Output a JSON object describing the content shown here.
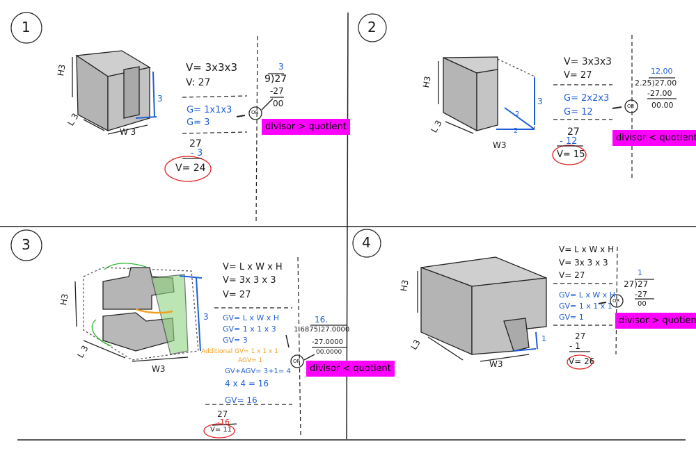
{
  "panels": [
    {
      "number": "1",
      "dims": {
        "h": "H3",
        "l": "L 3",
        "w": "W 3",
        "cut": "3"
      },
      "formula": [
        "V= 3x3x3",
        "V: 27"
      ],
      "gap": [
        "G= 1x1x3",
        "G= 3"
      ],
      "subtract": {
        "total": "27",
        "minus": "- 3",
        "result": "V= 24"
      },
      "division": {
        "quotient": "3",
        "dividend": "9)27",
        "sub": "-27",
        "rem": "00"
      },
      "or": "OR",
      "tag": "divisor > quotient"
    },
    {
      "number": "2",
      "dims": {
        "h": "H3",
        "l": "L 3",
        "w": "W3",
        "cut": "3",
        "a": "2",
        "b": "2"
      },
      "formula": [
        "V= 3x3x3",
        "V= 27"
      ],
      "gap": [
        "G= 2x2x3",
        "G= 12"
      ],
      "subtract": {
        "total": "27",
        "minus": "- 12",
        "result": "V= 15"
      },
      "division": {
        "quotient": "12.00",
        "dividend": "2.25)27.00",
        "sub": "-27.00",
        "rem": "00.00"
      },
      "or": "OR",
      "tag": "divisor < quotient"
    },
    {
      "number": "3",
      "dims": {
        "h": "H3",
        "l": "L 3",
        "w": "W3",
        "cut": "3"
      },
      "formula": [
        "V= L x W x H",
        "V= 3x 3 x 3",
        "V= 27"
      ],
      "gap": [
        "GV= L x W x H",
        "GV= 1 x 1 x 3",
        "GV= 3"
      ],
      "additional": [
        "Additional GV= 1 x 1 x 1",
        "AGV= 1"
      ],
      "sum": "GV+AGV= 3+1= 4",
      "mult": "4 x 4 = 16",
      "gv": "GV= 16",
      "subtract": {
        "total": "27",
        "minus": "-16",
        "result": "V= 11"
      },
      "division": {
        "quotient": "16.",
        "dividend": "1.6875)27.0000",
        "sub": "-27.0000",
        "rem": "00.0000"
      },
      "or": "OR",
      "tag": "divisor < quotient"
    },
    {
      "number": "4",
      "dims": {
        "h": "H3",
        "l": "L3",
        "w": "W3",
        "cut": "1"
      },
      "formula": [
        "V= L x W x H",
        "V= 3x 3 x 3",
        "V= 27"
      ],
      "gap": [
        "GV= L x W x H",
        "GV= 1 x 1 x 1",
        "GV= 1"
      ],
      "subtract": {
        "total": "27",
        "minus": "- 1",
        "result": "V= 26"
      },
      "division": {
        "quotient": "1",
        "dividend": "27)27",
        "sub": "-27",
        "rem": "00"
      },
      "or": "OR",
      "tag": "divisor > quotient"
    }
  ],
  "colors": {
    "ink": "#1a1a1a",
    "blue": "#1f5fd6",
    "magenta": "#ff00ff",
    "red": "#e02020",
    "green": "#2db82d",
    "gold": "#f0a020",
    "cube": "#bdbdbd"
  }
}
